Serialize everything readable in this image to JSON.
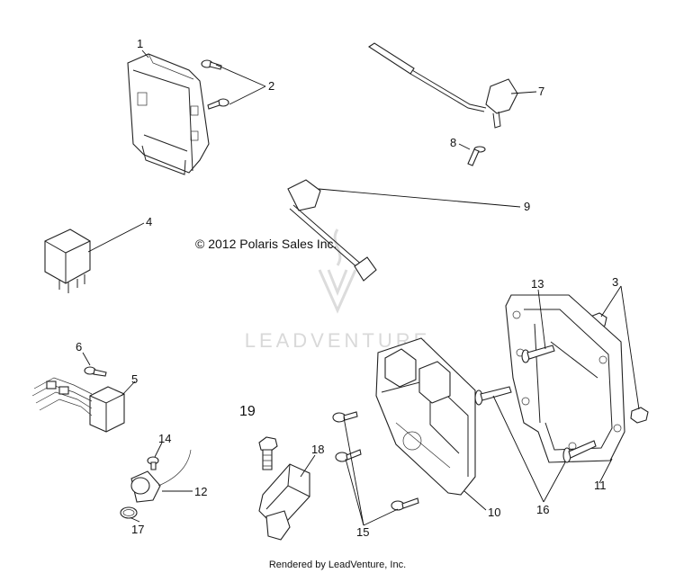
{
  "copyright": "© 2012 Polaris Sales Inc.",
  "watermark": "LEADVENTURE",
  "footer": "Rendered by LeadVenture, Inc.",
  "callouts": {
    "c1": "1",
    "c2": "2",
    "c3": "3",
    "c4": "4",
    "c5": "5",
    "c6": "6",
    "c7": "7",
    "c8": "8",
    "c9": "9",
    "c10": "10",
    "c11": "11",
    "c12": "12",
    "c13": "13",
    "c14": "14",
    "c15": "15",
    "c16": "16",
    "c17": "17",
    "c18": "18",
    "c19": "19"
  }
}
